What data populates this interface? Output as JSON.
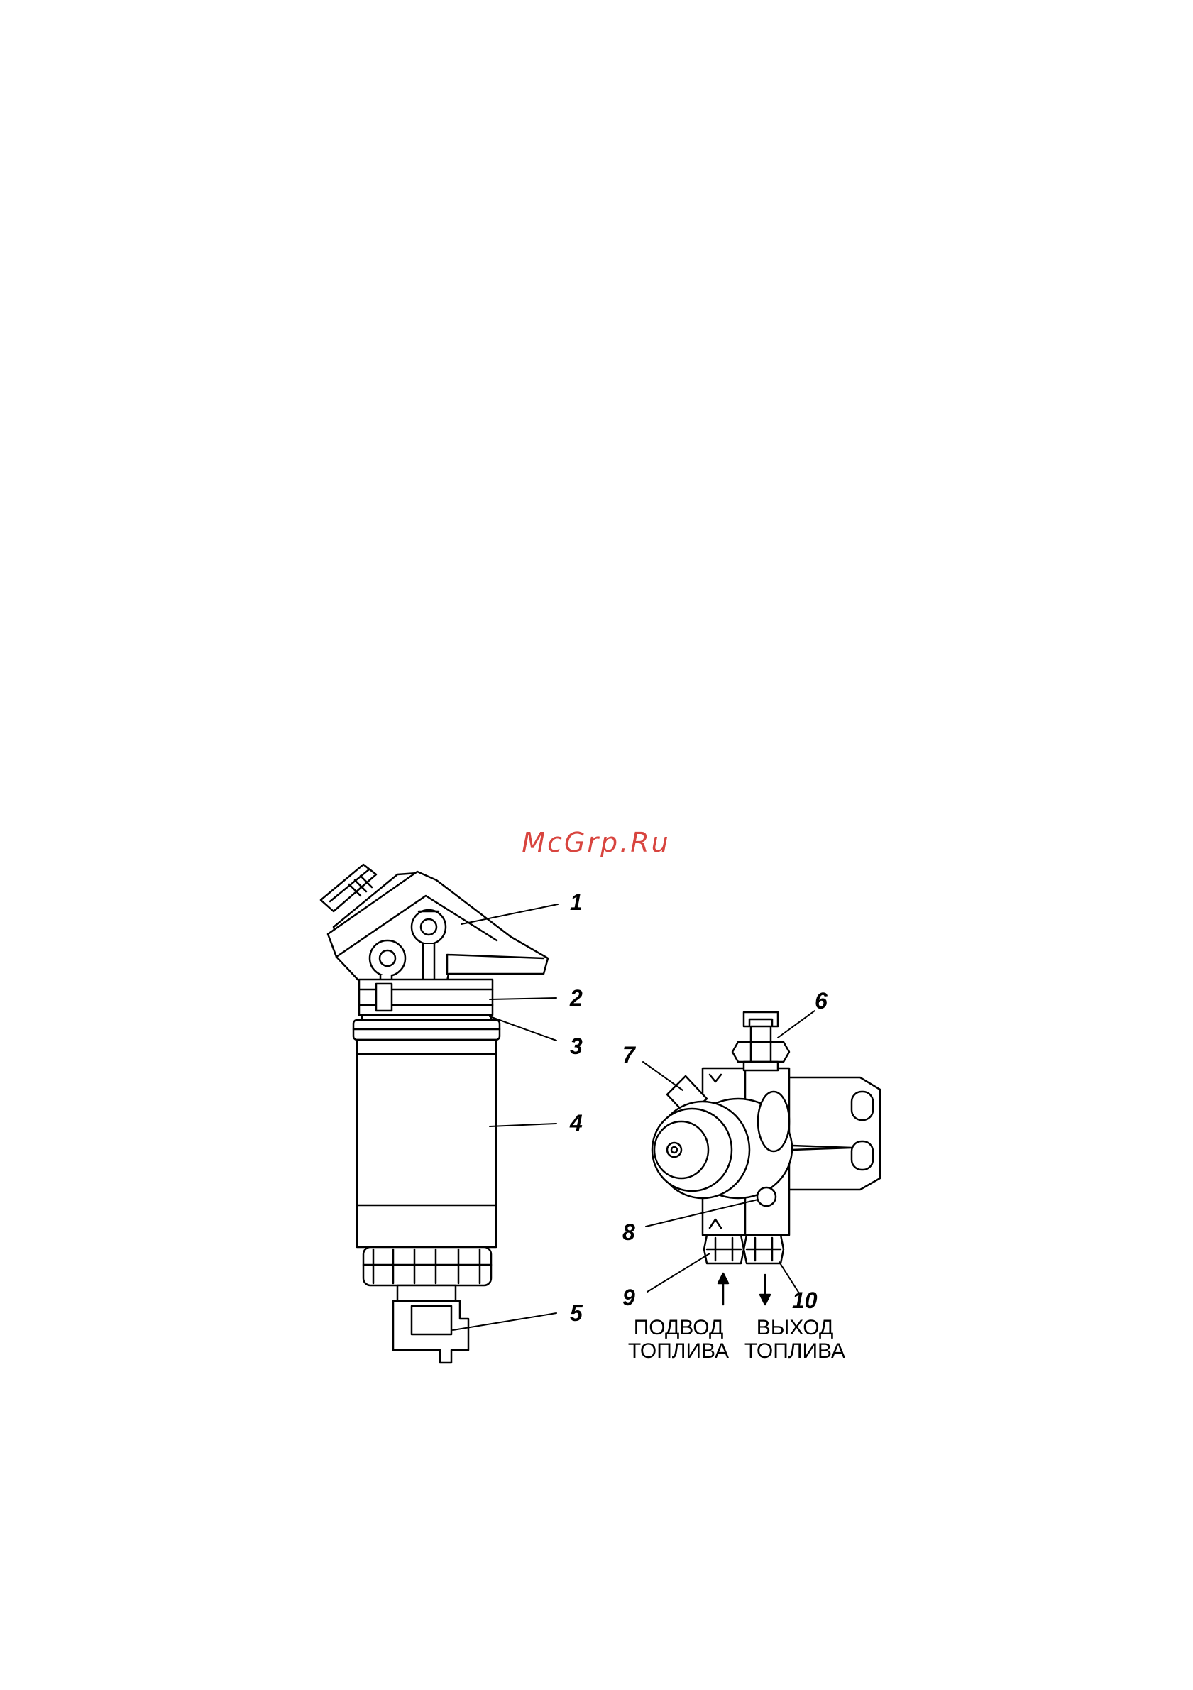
{
  "watermark": "McGrp.Ru",
  "callouts": [
    "1",
    "2",
    "3",
    "4",
    "5",
    "6",
    "7",
    "8",
    "9",
    "10"
  ],
  "captions": {
    "inlet": {
      "line1": "ПОДВОД",
      "line2": "ТОПЛИВА"
    },
    "outlet": {
      "line1": "ВЫХОД",
      "line2": "ТОПЛИВА"
    }
  },
  "colors": {
    "ink": "#000000",
    "watermark": "#d8453f",
    "paper": "#ffffff"
  }
}
